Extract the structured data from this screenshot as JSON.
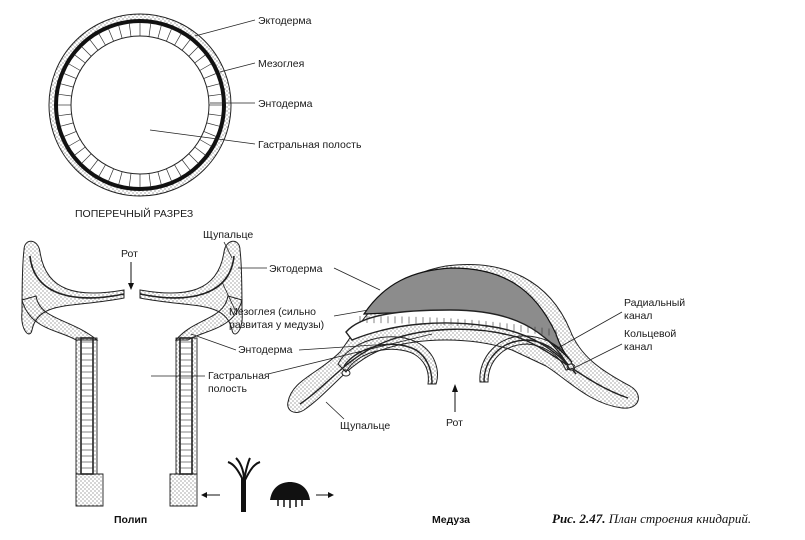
{
  "labels": {
    "cross_ectoderm": "Эктодерма",
    "cross_mesoglea": "Мезоглея",
    "cross_endoderm": "Энтодерма",
    "cross_cavity": "Гастральная полость",
    "cross_title": "ПОПЕРЕЧНЫЙ РАЗРЕЗ",
    "mouth_polyp": "Рот",
    "tentacle_polyp": "Щупальце",
    "ectoderm": "Эктодерма",
    "mesoglea_line1": "Мезоглея (сильно",
    "mesoglea_line2": "развитая у медузы)",
    "endoderm": "Энтодерма",
    "cavity_line1": "Гастральная",
    "cavity_line2": "полость",
    "radial_line1": "Радиальный",
    "radial_line2": "канал",
    "ring_line1": "Кольцевой",
    "ring_line2": "канал",
    "tentacle_medusa": "Щупальце",
    "mouth_medusa": "Рот",
    "polyp_title": "Полип",
    "medusa_title": "Медуза"
  },
  "caption": {
    "prefix": "Рис. 2.47.",
    "text": " План строения книдарий."
  },
  "colors": {
    "ink": "#1a1a1a",
    "mesoglea_fill": "#8c8c8c"
  }
}
